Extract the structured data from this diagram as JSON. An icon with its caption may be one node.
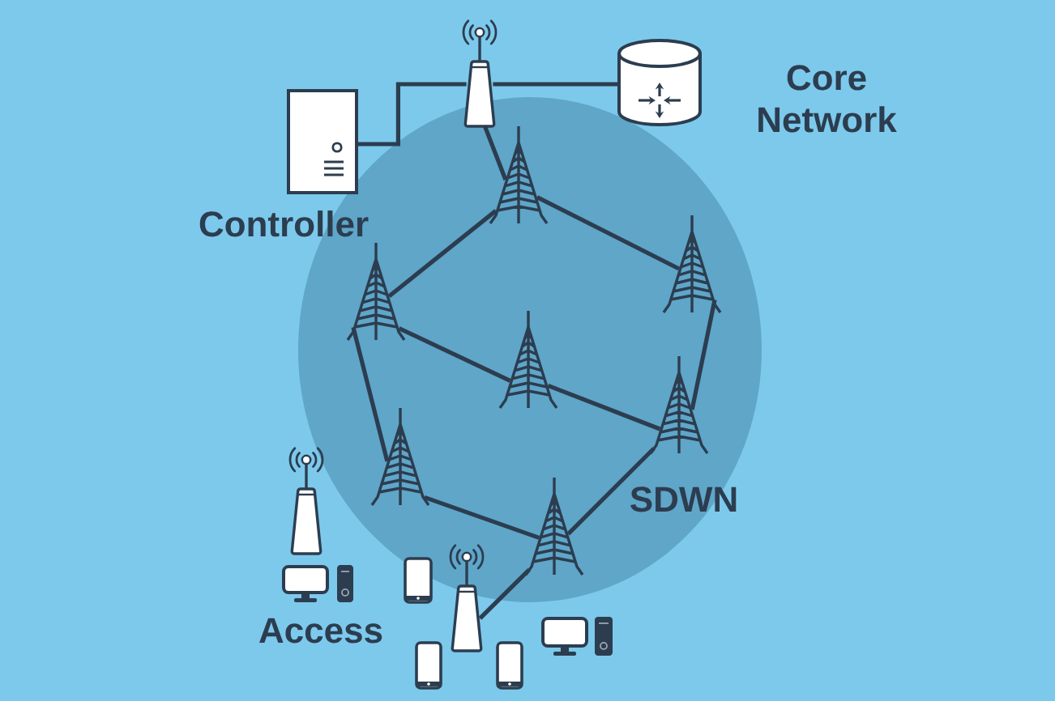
{
  "diagram": {
    "nodes": [
      {
        "text": [
          "Controller"
        ]
      },
      {
        "text": [],
        "shape": "picture"
      },
      {
        "text": [
          "Core Network"
        ]
      },
      {
        "text": [
          "SDWN"
        ]
      },
      {
        "text": [],
        "shape": "picture",
        "in": 3
      },
      {
        "text": [],
        "shape": "picture",
        "in": 3
      },
      {
        "text": [],
        "shape": "picture",
        "in": 3
      },
      {
        "text": [],
        "shape": "picture",
        "in": 3
      },
      {
        "text": [],
        "shape": "picture",
        "in": 3
      },
      {
        "text": [],
        "shape": "picture",
        "in": 3
      },
      {
        "text": [],
        "shape": "picture",
        "in": 3
      },
      {
        "text": [],
        "shape": "picture"
      },
      {
        "text": [],
        "shape": "picture"
      }
    ],
    "edges": [
      {
        "from": 0,
        "to": 1,
        "arrow": "none"
      },
      {
        "from": 1,
        "to": 2,
        "arrow": "none"
      },
      {
        "from": 1,
        "to": 4,
        "arrow": "none"
      },
      {
        "from": 4,
        "to": 5,
        "arrow": "none"
      },
      {
        "from": 4,
        "to": 6,
        "arrow": "none"
      },
      {
        "from": 5,
        "to": 7,
        "arrow": "none"
      },
      {
        "from": 7,
        "to": 8,
        "arrow": "none"
      },
      {
        "from": 6,
        "to": 8,
        "arrow": "none"
      },
      {
        "from": 5,
        "to": 9,
        "arrow": "none"
      },
      {
        "from": 9,
        "to": 10,
        "arrow": "none"
      },
      {
        "from": 8,
        "to": 10,
        "arrow": "none"
      },
      {
        "from": 10,
        "to": 12,
        "arrow": "none"
      }
    ],
    "labels": [
      "Access"
    ]
  }
}
